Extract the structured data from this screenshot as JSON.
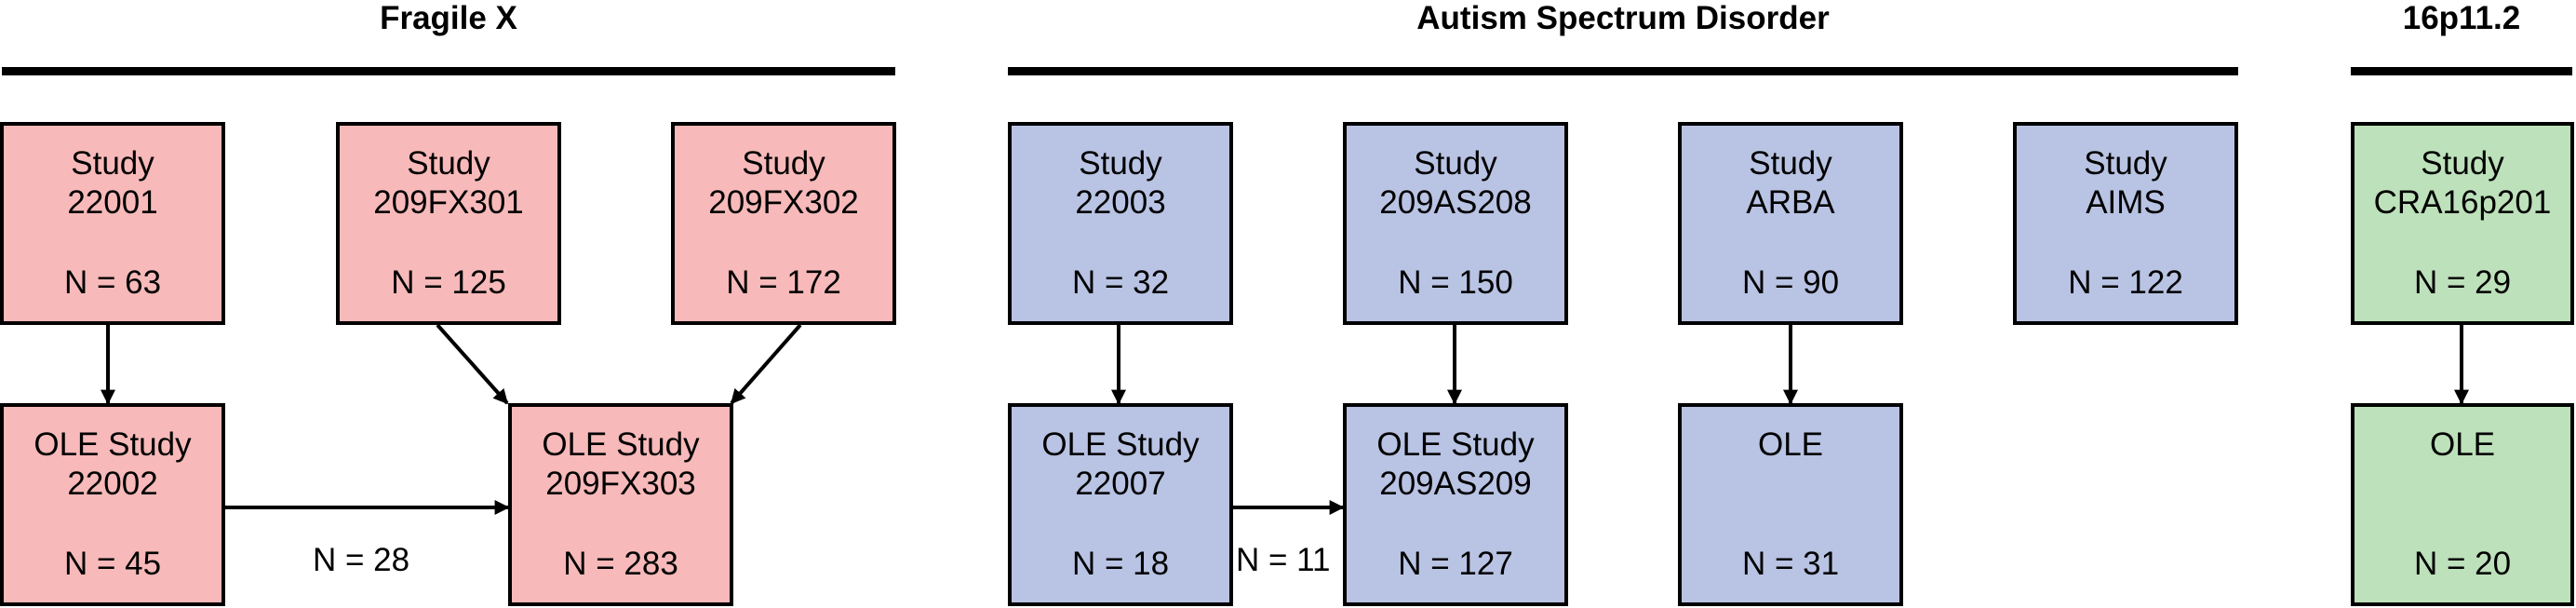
{
  "colors": {
    "fragile_x": "#f7b9b9",
    "autism": "#b9c3e3",
    "p16": "#bde1ba",
    "line": "#000000"
  },
  "groups": {
    "fragile_x": "Fragile X",
    "autism": "Autism Spectrum Disorder",
    "p16": "16p11.2"
  },
  "studies": {
    "s22001": {
      "title": "Study\n22001",
      "n": "N = 63"
    },
    "s209FX301": {
      "title": "Study\n209FX301",
      "n": "N = 125"
    },
    "s209FX302": {
      "title": "Study\n209FX302",
      "n": "N = 172"
    },
    "s22002": {
      "title": "OLE Study\n22002",
      "n": "N = 45"
    },
    "s209FX303": {
      "title": "OLE Study\n209FX303",
      "n": "N = 283"
    },
    "s22003": {
      "title": "Study\n22003",
      "n": "N = 32"
    },
    "s209AS208": {
      "title": "Study\n209AS208",
      "n": "N = 150"
    },
    "sARBA": {
      "title": "Study\nARBA",
      "n": "N = 90"
    },
    "sAIMS": {
      "title": "Study\nAIMS",
      "n": "N = 122"
    },
    "s22007": {
      "title": "OLE Study\n22007",
      "n": "N = 18"
    },
    "s209AS209": {
      "title": "OLE Study\n209AS209",
      "n": "N = 127"
    },
    "sOLEARBA": {
      "title": "OLE",
      "n": "N = 31"
    },
    "sCRA": {
      "title": "Study\nCRA16p201",
      "n": "N = 29"
    },
    "sOLECRA": {
      "title": "OLE",
      "n": "N = 20"
    }
  },
  "transfers": {
    "fx_22002_to_209FX303": "N = 28",
    "asd_22007_to_209AS209": "N = 11"
  }
}
